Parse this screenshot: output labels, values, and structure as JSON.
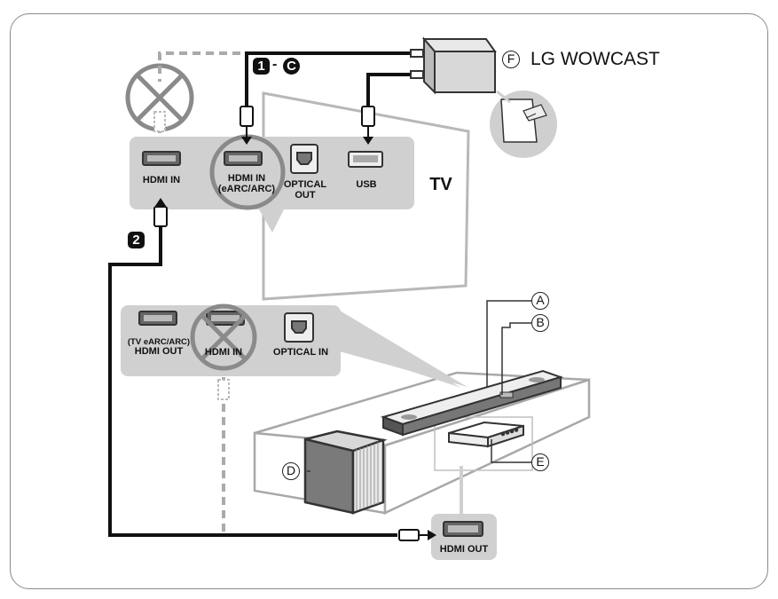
{
  "tv": {
    "label": "TV",
    "ports": {
      "hdmi_in": "HDMI IN",
      "hdmi_earc_line1": "HDMI IN",
      "hdmi_earc_line2": "(eARC/ARC)",
      "optical_line1": "OPTICAL",
      "optical_line2": "OUT",
      "usb": "USB"
    }
  },
  "soundbar": {
    "ports": {
      "hdmi_out_line1": "(TV eARC/ARC)",
      "hdmi_out_line2": "HDMI OUT",
      "hdmi_in": "HDMI IN",
      "optical_in": "OPTICAL IN"
    }
  },
  "box": {
    "hdmi_out": "HDMI OUT"
  },
  "wowcast": {
    "letter": "F",
    "name": "LG WOWCAST"
  },
  "steps": {
    "step1_number": "1",
    "step1_dash": "-",
    "step1_letter": "C",
    "step2_number": "2"
  },
  "callouts": {
    "a": "A",
    "b": "B",
    "d": "D",
    "e": "E"
  }
}
